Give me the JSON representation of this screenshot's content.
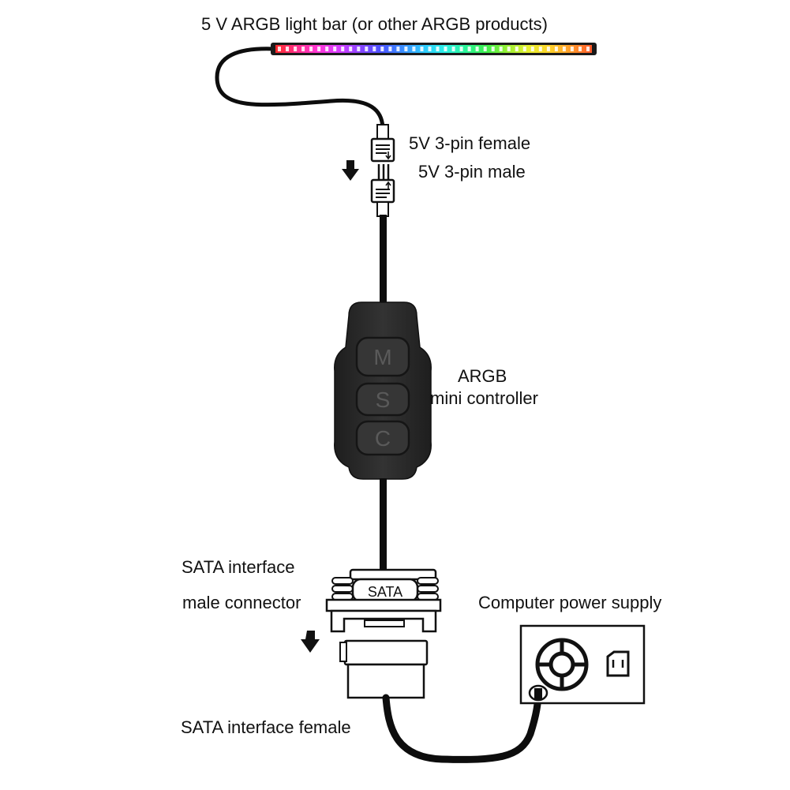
{
  "labels": {
    "light_bar": "5 V ARGB light bar (or other ARGB products)",
    "female_3pin": "5V 3-pin female",
    "male_3pin": "5V 3-pin male",
    "controller_line1": "ARGB",
    "controller_line2": "mini controller",
    "sata_male_line1": "SATA interface",
    "sata_male_line2": "male connector",
    "power_supply": "Computer power supply",
    "sata_female": "SATA interface female"
  },
  "controller_buttons": [
    "M",
    "S",
    "C"
  ],
  "sata_plug_text": "SATA",
  "led_colors": [
    "#ff2a2a",
    "#ff2f8a",
    "#ff36d6",
    "#d63cff",
    "#8a44ff",
    "#4a52ff",
    "#3a8cff",
    "#2ec8ff",
    "#2bf0e8",
    "#2bf59a",
    "#3cf04a",
    "#9af034",
    "#e8f02e",
    "#ffd22a",
    "#ff9a2a",
    "#ff5a2a"
  ],
  "colors": {
    "cable": "#0d0d0d",
    "controller": "#2a2a2a",
    "button": "#363636",
    "button_text": "#5a5a5a"
  }
}
